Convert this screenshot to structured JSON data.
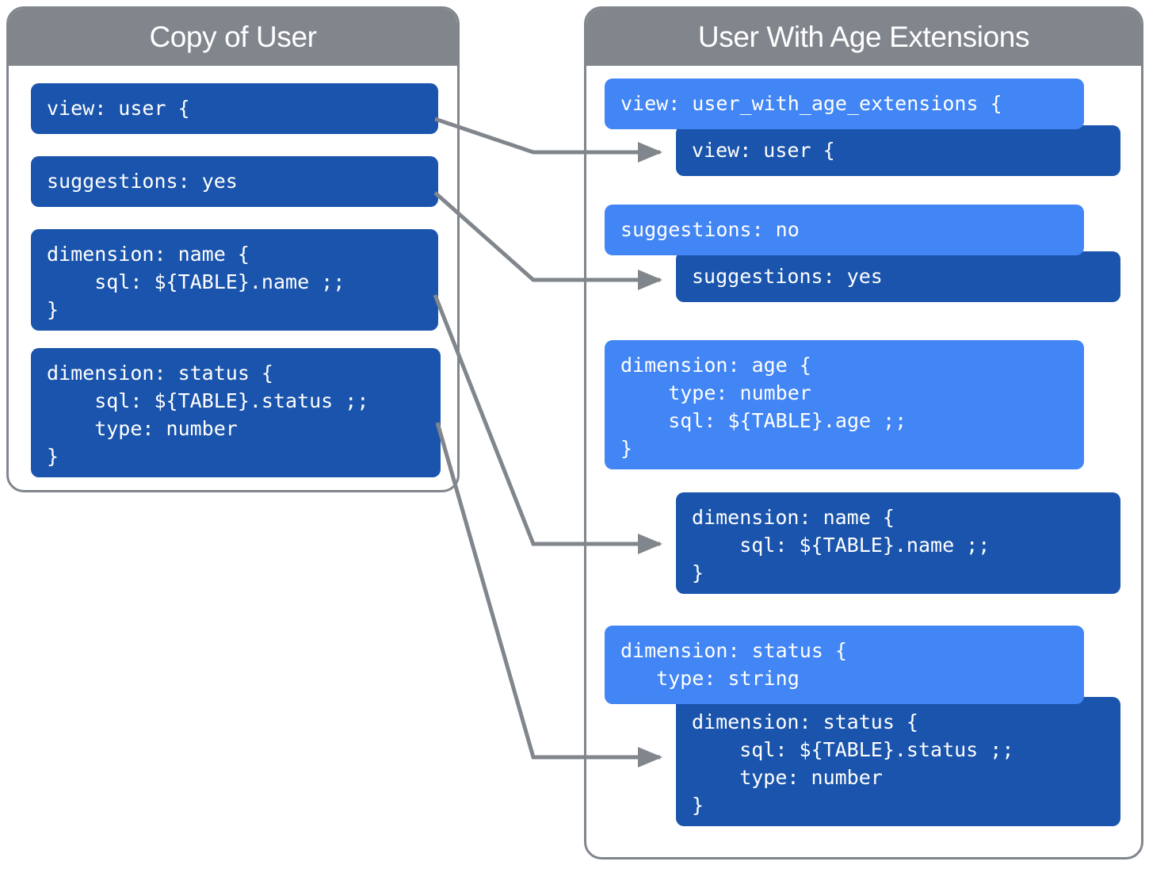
{
  "diagram": {
    "title_left": "Copy of User",
    "title_right": "User With Age Extensions",
    "colors": {
      "panel_border": "#80868c",
      "panel_header": "#80868c",
      "block_dark_blue": "#1a54ac",
      "block_light_blue": "#4285f4",
      "connector": "#80868c",
      "background": "#ffffff",
      "text": "#ffffff"
    }
  },
  "left_panel": {
    "header": "Copy of User",
    "blocks": [
      {
        "id": "left-view",
        "text": "view: user {"
      },
      {
        "id": "left-suggestions",
        "text": "suggestions: yes"
      },
      {
        "id": "left-dimension-name",
        "text": "dimension: name {\n    sql: ${TABLE}.name ;;\n}"
      },
      {
        "id": "left-dimension-status",
        "text": "dimension: status {\n    sql: ${TABLE}.status ;;\n    type: number\n}"
      }
    ]
  },
  "right_panel": {
    "header": "User With Age Extensions",
    "blocks": [
      {
        "id": "right-view-extended",
        "shade": "light",
        "text": "view: user_with_age_extensions {"
      },
      {
        "id": "right-view-inherited",
        "shade": "dark",
        "text": "view: user {"
      },
      {
        "id": "right-suggestions-new",
        "shade": "light",
        "text": "suggestions: no"
      },
      {
        "id": "right-suggestions-inherited",
        "shade": "dark",
        "text": "suggestions: yes"
      },
      {
        "id": "right-dimension-age",
        "shade": "light",
        "text": "dimension: age {\n    type: number\n    sql: ${TABLE}.age ;;\n}"
      },
      {
        "id": "right-dimension-name",
        "shade": "dark",
        "text": "dimension: name {\n    sql: ${TABLE}.name ;;\n}"
      },
      {
        "id": "right-dimension-status-new",
        "shade": "light",
        "text": "dimension: status {\n   type: string"
      },
      {
        "id": "right-dimension-status-inherited",
        "shade": "dark",
        "text": "dimension: status {\n    sql: ${TABLE}.status ;;\n    type: number\n}"
      }
    ]
  },
  "connectors": [
    {
      "id": "connector-view",
      "from": "left-view",
      "to": "right-view-inherited"
    },
    {
      "id": "connector-suggestions",
      "from": "left-suggestions",
      "to": "right-suggestions-inherited"
    },
    {
      "id": "connector-dimension-name",
      "from": "left-dimension-name",
      "to": "right-dimension-name"
    },
    {
      "id": "connector-dimension-status",
      "from": "left-dimension-status",
      "to": "right-dimension-status-inherited"
    }
  ]
}
